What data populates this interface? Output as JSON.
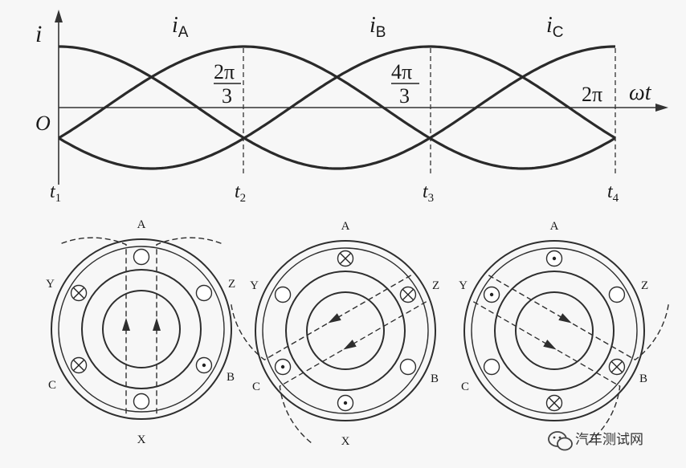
{
  "graph": {
    "y_axis": "i",
    "origin": "O",
    "x_axis": "ωt",
    "curve_labels": {
      "a_sym": "i",
      "a_sub": "A",
      "b_sym": "i",
      "b_sub": "B",
      "c_sym": "i",
      "c_sub": "C"
    },
    "phase_marks": [
      {
        "num": "2π",
        "den": "3"
      },
      {
        "num": "4π",
        "den": "3"
      },
      {
        "num": "2π",
        "den": ""
      }
    ],
    "time_marks": [
      {
        "sym": "t",
        "sub": "1"
      },
      {
        "sym": "t",
        "sub": "2"
      },
      {
        "sym": "t",
        "sub": "3"
      },
      {
        "sym": "t",
        "sub": "4"
      }
    ]
  },
  "stator_diagrams": [
    {
      "labels": {
        "top": "A",
        "upper_left": "Y",
        "upper_right": "Z",
        "lower_left": "C",
        "lower_right": "B",
        "bottom": "X"
      },
      "slot_marks": {
        "A": "empty",
        "Z": "empty",
        "B": "dot",
        "X": "empty",
        "C": "cross",
        "Y": "cross"
      },
      "field_angle": 90
    },
    {
      "labels": {
        "top": "A",
        "upper_left": "Y",
        "upper_right": "Z",
        "lower_left": "C",
        "lower_right": "B",
        "bottom": "X"
      },
      "slot_marks": {
        "A": "cross",
        "Z": "cross",
        "B": "empty",
        "X": "dot",
        "C": "dot",
        "Y": "empty"
      },
      "field_angle": 210
    },
    {
      "labels": {
        "top": "A",
        "upper_left": "Y",
        "upper_right": "Z",
        "lower_left": "C",
        "lower_right": "B",
        "bottom": ""
      },
      "slot_marks": {
        "A": "dot",
        "Z": "empty",
        "B": "cross",
        "X": "cross",
        "C": "empty",
        "Y": "dot"
      },
      "field_angle": 330
    }
  ],
  "watermark": "汽车测试网",
  "watermark_icon": "wechat-icon",
  "colors": {
    "background": "#f7f7f7",
    "ink": "#2a2a2a"
  }
}
